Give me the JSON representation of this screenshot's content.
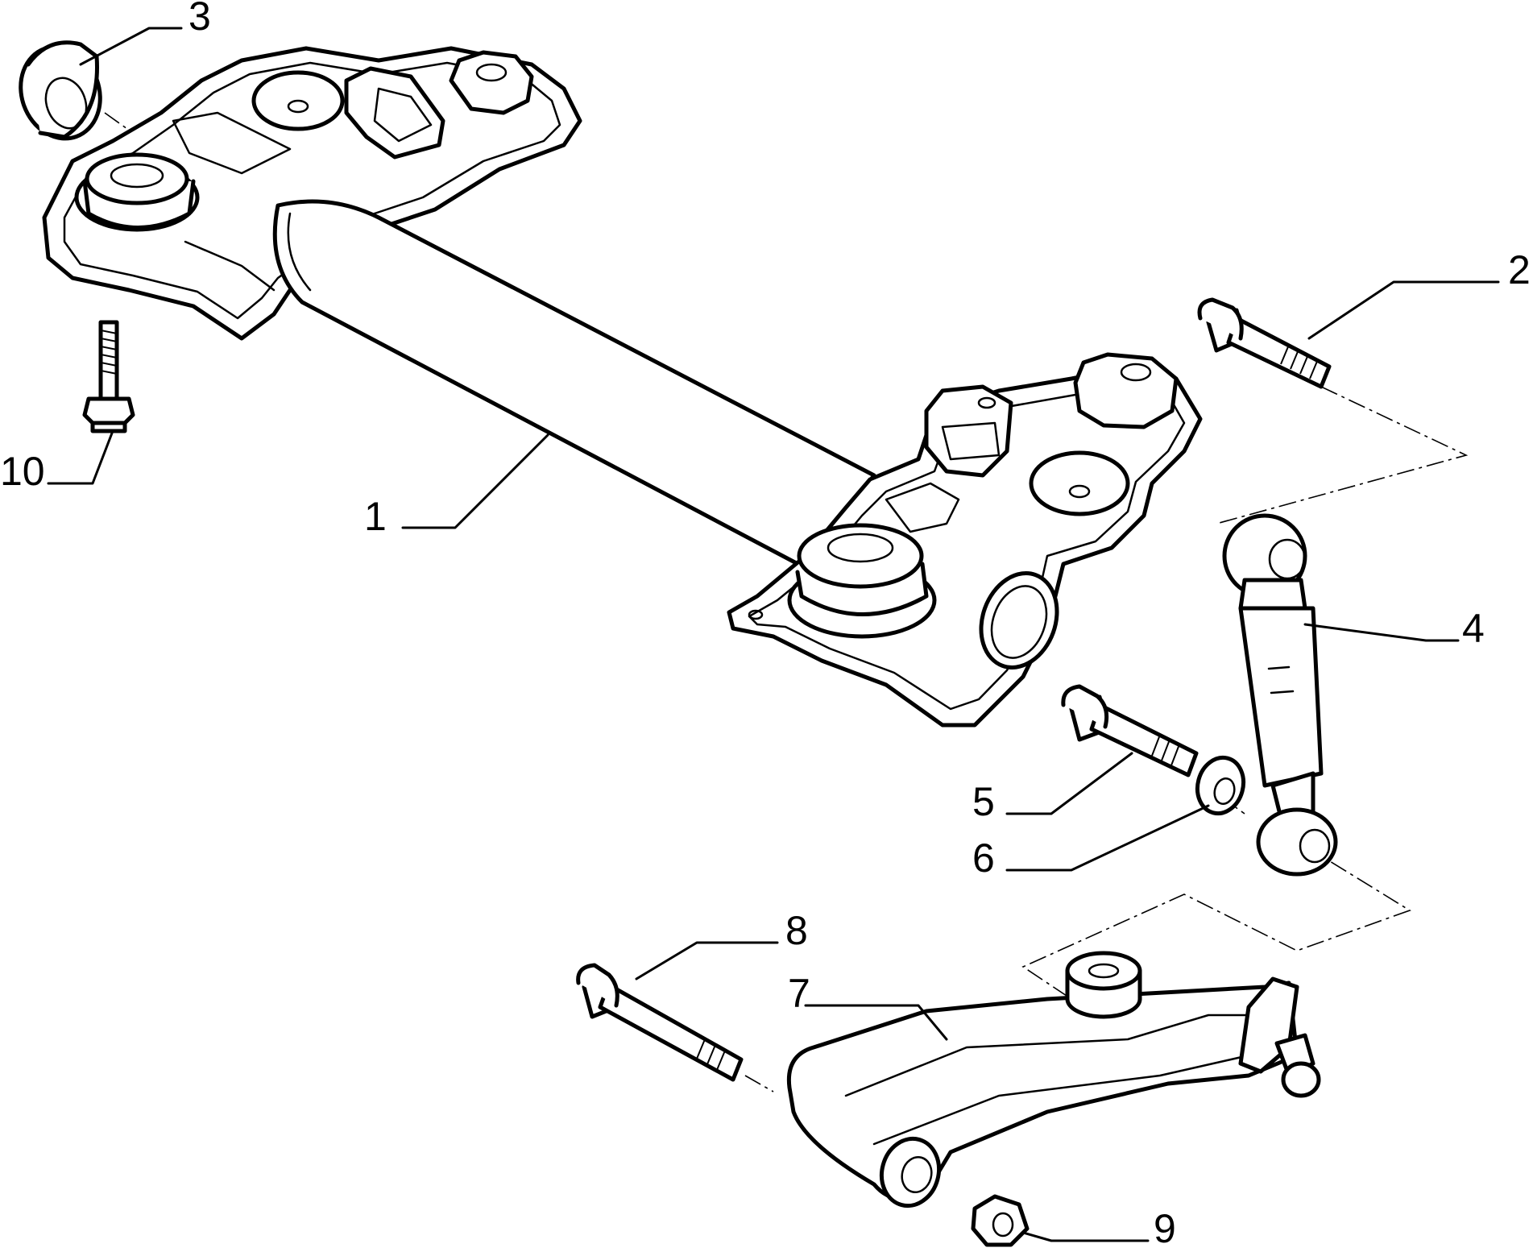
{
  "callouts": {
    "part_1": "1",
    "part_2": "2",
    "part_3": "3",
    "part_4": "4",
    "part_5": "5",
    "part_6": "6",
    "part_7": "7",
    "part_8": "8",
    "part_9": "9",
    "part_10": "10"
  },
  "colors": {
    "line": "#000000",
    "background": "#ffffff"
  }
}
